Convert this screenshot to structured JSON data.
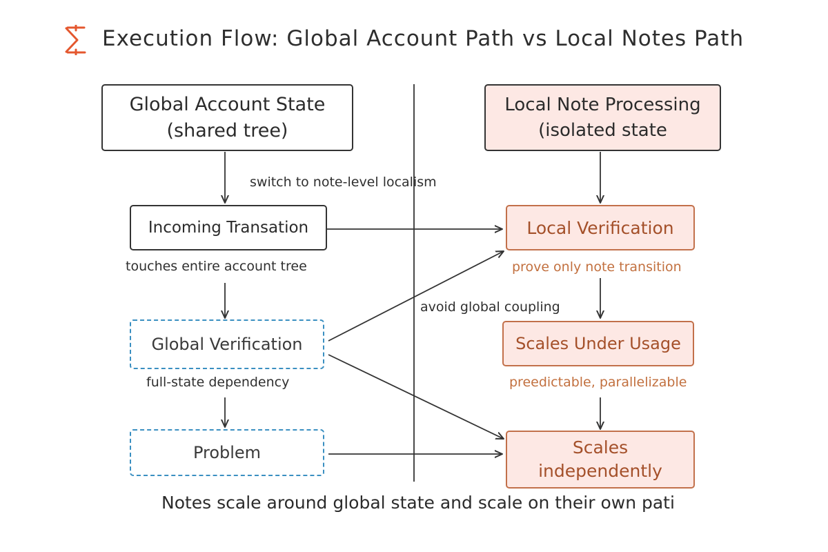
{
  "title": "Execution Flow: Global Account Path vs Local Notes Path",
  "logo_icon": "sigma-icon",
  "colors": {
    "ink": "#333333",
    "dashed_blue": "#3a8fc1",
    "local_border": "#c2704a",
    "local_fill": "#fde8e4",
    "local_text": "#a4502a",
    "annotation_orange": "#c2703f"
  },
  "left": {
    "global_state": {
      "line1": "Global Account State",
      "line2": "(shared tree)"
    },
    "incoming": "Incoming Transation",
    "incoming_note": "touches entire account tree",
    "global_verification": "Global Verification",
    "global_verification_note": "full-state dependency",
    "problem": "Problem"
  },
  "right": {
    "local_processing": {
      "line1": "Local Note Processing",
      "line2": "(isolated state"
    },
    "local_verification": "Local Verification",
    "local_verification_note": "prove only note transition",
    "scales_usage": "Scales Under Usage",
    "scales_usage_note": "preedictable, parallelizable",
    "scales_independently": {
      "line1": "Scales",
      "line2": "independently"
    }
  },
  "center": {
    "switch_note": "switch to note-level localism",
    "avoid_note": "avoid global coupling"
  },
  "footer": "Notes scale around global state and scale on their own pati"
}
